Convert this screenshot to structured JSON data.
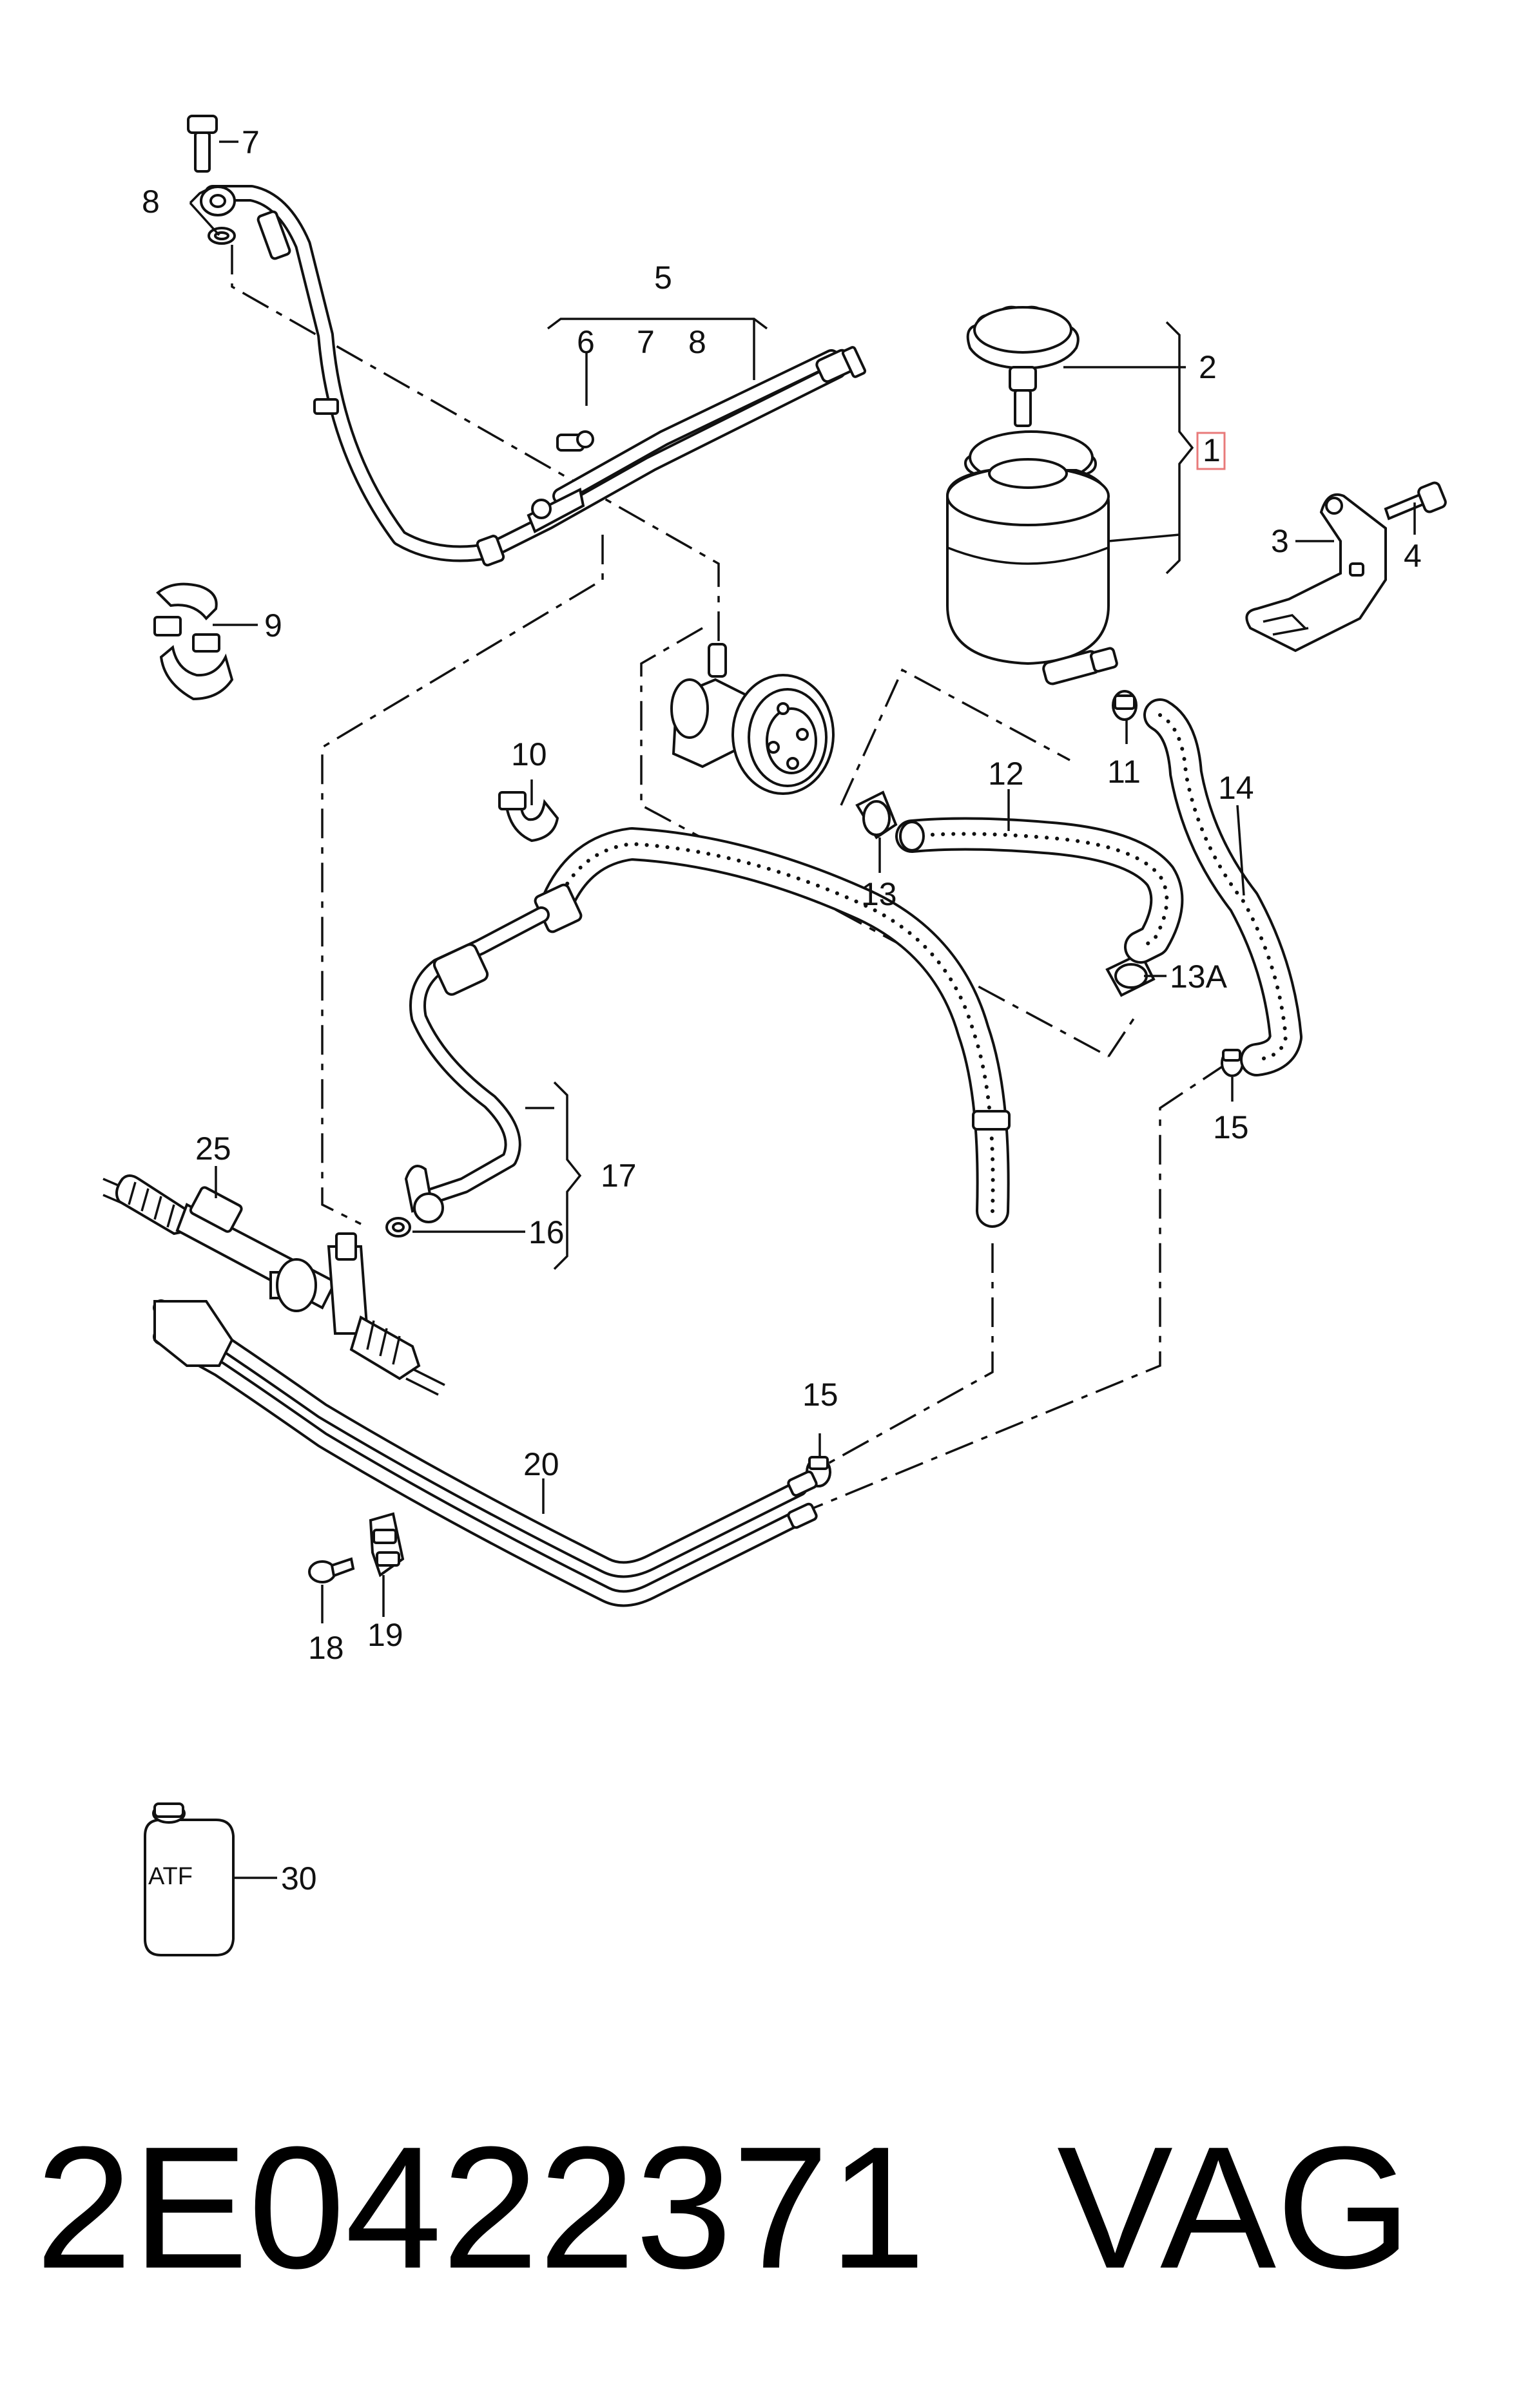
{
  "labels": {
    "l1": "1",
    "l2": "2",
    "l3": "3",
    "l4": "4",
    "l5": "5",
    "l6": "6",
    "l7a": "7",
    "l7b": "7",
    "l8a": "8",
    "l8b": "8",
    "l9": "9",
    "l10": "10",
    "l11": "11",
    "l12": "12",
    "l13": "13",
    "l13a": "13A",
    "l14": "14",
    "l15a": "15",
    "l15b": "15",
    "l16": "16",
    "l17": "17",
    "l18": "18",
    "l19": "19",
    "l20": "20",
    "l25": "25",
    "l30": "30"
  },
  "bottle_text": "ATF",
  "part_number": "2E0422371",
  "brand": "VAG",
  "colors": {
    "highlight_box": "#e87a7a",
    "ink": "#111111"
  }
}
